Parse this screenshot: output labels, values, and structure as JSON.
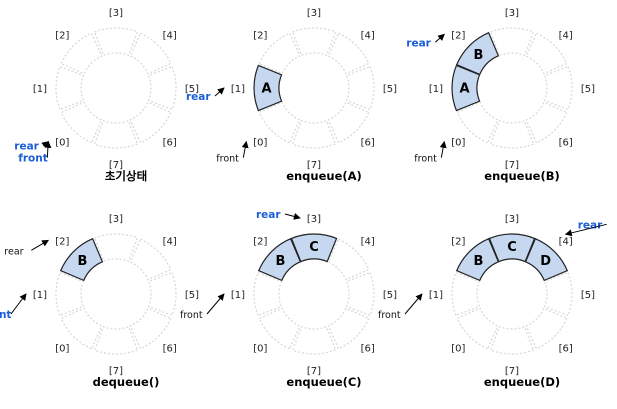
{
  "index_labels": [
    "[0]",
    "[1]",
    "[2]",
    "[3]",
    "[4]",
    "[5]",
    "[6]",
    "[7]"
  ],
  "colors": {
    "filled": "#c6d8f0",
    "pointer_highlight": "#1a5fd8"
  },
  "panels": [
    {
      "caption": "초기상태",
      "items": {},
      "rear": {
        "label": "rear",
        "slot": 0,
        "highlight": true
      },
      "front": {
        "label": "front",
        "slot": 0,
        "highlight": true
      }
    },
    {
      "caption": "enqueue(A)",
      "items": {
        "1": "A"
      },
      "rear": {
        "label": "rear",
        "slot": 1,
        "highlight": true
      },
      "front": {
        "label": "front",
        "slot": 0,
        "highlight": false
      }
    },
    {
      "caption": "enqueue(B)",
      "items": {
        "1": "A",
        "2": "B"
      },
      "rear": {
        "label": "rear",
        "slot": 2,
        "highlight": true
      },
      "front": {
        "label": "front",
        "slot": 0,
        "highlight": false
      }
    },
    {
      "caption": "dequeue()",
      "items": {
        "2": "B"
      },
      "rear": {
        "label": "rear",
        "slot": 2,
        "highlight": false
      },
      "front": {
        "label": "front",
        "slot": 1,
        "highlight": true
      }
    },
    {
      "caption": "enqueue(C)",
      "items": {
        "2": "B",
        "3": "C"
      },
      "rear": {
        "label": "rear",
        "slot": 3,
        "highlight": true
      },
      "front": {
        "label": "front",
        "slot": 1,
        "highlight": false
      }
    },
    {
      "caption": "enqueue(D)",
      "items": {
        "2": "B",
        "3": "C",
        "4": "D"
      },
      "rear": {
        "label": "rear",
        "slot": 4,
        "highlight": true
      },
      "front": {
        "label": "front",
        "slot": 1,
        "highlight": false
      }
    }
  ]
}
